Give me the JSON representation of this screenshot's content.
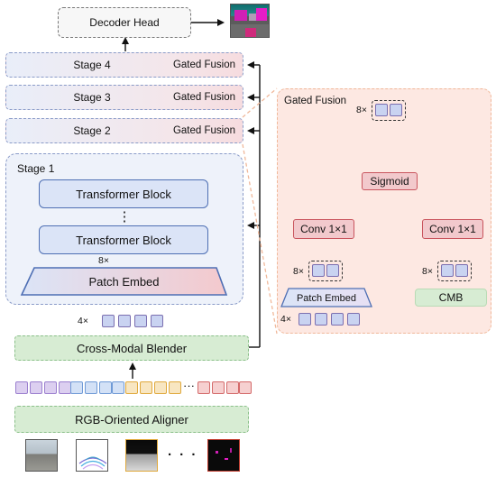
{
  "decoder": {
    "label": "Decoder Head"
  },
  "stages": [
    {
      "name": "Stage 4",
      "fusion": "Gated Fusion"
    },
    {
      "name": "Stage 3",
      "fusion": "Gated Fusion"
    },
    {
      "name": "Stage 2",
      "fusion": "Gated Fusion"
    }
  ],
  "stage1": {
    "title": "Stage 1",
    "block_top": "Transformer Block",
    "dots": "⋮",
    "block_bottom": "Transformer Block",
    "repeat": "8×",
    "patch_embed": "Patch Embed"
  },
  "tokens_row": {
    "count_label": "4×"
  },
  "blender": {
    "label": "Cross-Modal Blender"
  },
  "aligner": {
    "label": "RGB-Oriented Aligner"
  },
  "input_dots": "· · ·",
  "token_dots": "···",
  "gated_fusion": {
    "title": "Gated Fusion",
    "out_label": "8×",
    "sigmoid": "Sigmoid",
    "conv_left": "Conv 1×1",
    "conv_right": "Conv 1×1",
    "in_left": "8×",
    "in_right": "8×",
    "patch_embed": "Patch Embed",
    "cmb": "CMB",
    "bottom_count": "4×"
  },
  "colors": {
    "stage_blue": "#e9eef9",
    "stage_pink": "#f6dcdf",
    "panel_bg": "#fde8e2",
    "conv_red": "#c9555e",
    "blender_green": "#d7ecd3",
    "token_purple": "#b9a3d9",
    "token_blue": "#9bb7e4",
    "token_yellow": "#e3b85a",
    "token_red": "#e08a8a"
  }
}
